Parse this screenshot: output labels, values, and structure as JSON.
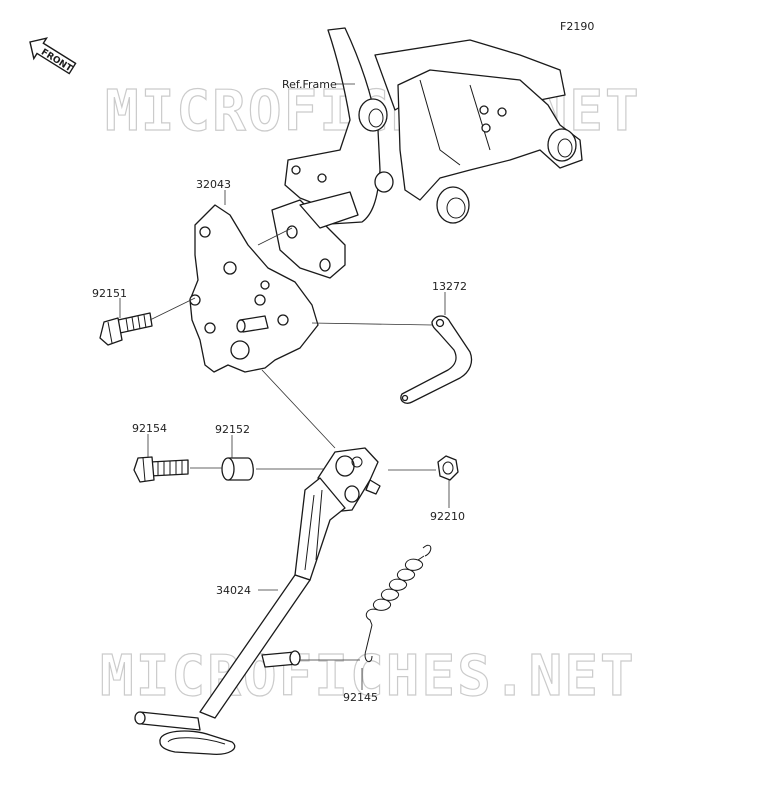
{
  "diagram_code": "F2190",
  "front_badge": "FRONT",
  "ref_frame": "Ref.Frame",
  "watermark": "MICROFICHES.NET",
  "parts": {
    "bracket": "32043",
    "bracket_bolt": "92151",
    "stand_switch_bracket": "13272",
    "pivot_bolt": "92154",
    "collar": "92152",
    "nut": "92210",
    "side_stand": "34024",
    "spring": "92145"
  }
}
